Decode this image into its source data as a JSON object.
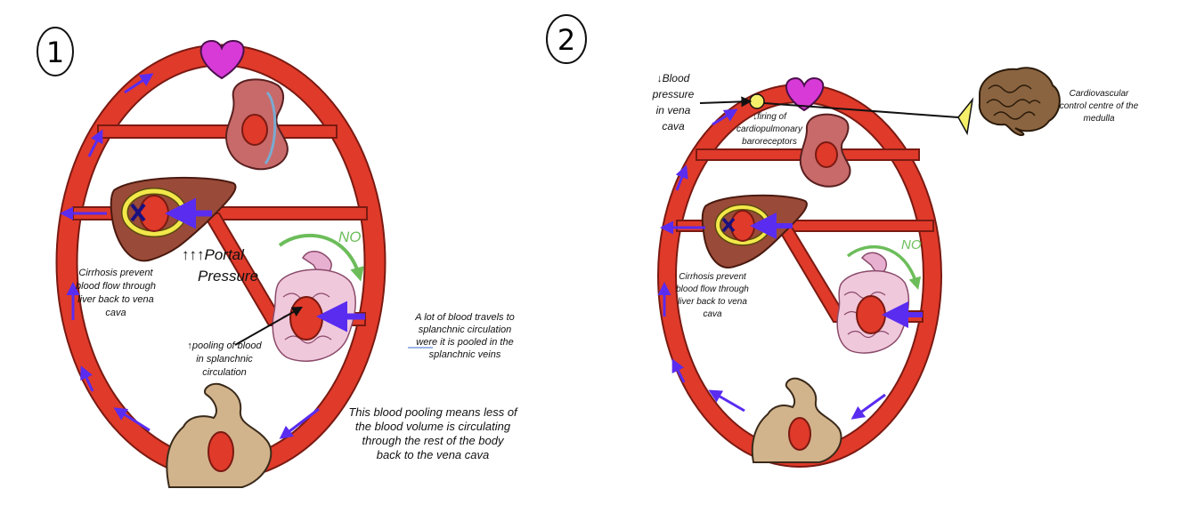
{
  "panel1": {
    "number": "1",
    "portal_pressure_line1": "↑↑↑Portal",
    "portal_pressure_line2": "Pressure",
    "no_label": "NO",
    "cirrhosis": [
      "Cirrhosis prevent",
      "blood flow through",
      "liver back to vena",
      "cava"
    ],
    "pooling": [
      "↑pooling of blood",
      "in splanchnic",
      "circulation"
    ],
    "splanchnic_note": [
      "A lot of blood travels to",
      "splanchnic circulation",
      "were it is pooled in the",
      "splanchnic veins"
    ],
    "less_volume": [
      "This blood pooling means less of",
      "the blood volume is circulating",
      "through the rest of the body",
      "back to the vena cava"
    ]
  },
  "panel2": {
    "number": "2",
    "bp_vena_cava": [
      "↓Blood",
      "pressure",
      "in vena",
      "cava"
    ],
    "baroreceptors": [
      "↓firing of",
      "cardiopulmonary",
      "baroreceptors"
    ],
    "medulla": [
      "Cardiovascular",
      "control centre of the",
      "medulla"
    ],
    "no_label": "NO",
    "cirrhosis": [
      "Cirrhosis prevent",
      "blood flow through",
      "liver back to vena",
      "cava"
    ]
  },
  "colors": {
    "vessel": "#e03a2a",
    "vessel_stroke": "#7a1a12",
    "heart": "#d83ad8",
    "flow_arrow": "#5a2cf0",
    "green_arrow": "#6cbd5a",
    "liver": "#9a4a38",
    "cirrhosis_ring": "#f2e84a",
    "arm": "#d2b48c",
    "receptor": "#f5ef6a"
  },
  "icons": [
    "heart-icon",
    "kidney-icon",
    "liver-icon",
    "intestine-icon",
    "arm-muscle-icon",
    "brain-icon",
    "block-x-icon",
    "baroreceptor-icon"
  ]
}
